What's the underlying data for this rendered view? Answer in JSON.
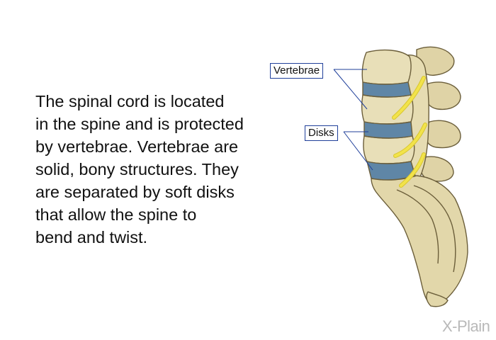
{
  "description": {
    "lines": [
      "The spinal cord is located",
      "in the spine and is protected",
      "by vertebrae. Vertebrae are",
      "solid, bony structures. They",
      "are separated by soft disks",
      "that allow the spine to",
      "bend and twist."
    ]
  },
  "labels": {
    "vertebrae": "Vertebrae",
    "disks": "Disks"
  },
  "brand": {
    "logo_text": "X-Plain"
  },
  "colors": {
    "bone": "#e6dcb2",
    "bone_outline": "#6b5e3a",
    "disk": "#5f86a6",
    "nerve": "#f2e34a",
    "callout_line": "#1f3f9a"
  }
}
